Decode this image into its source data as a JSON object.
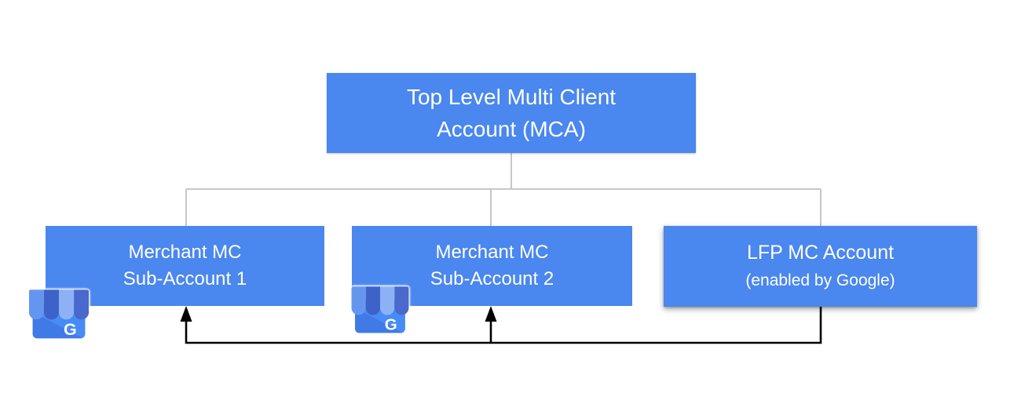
{
  "diagram": {
    "type": "org-chart",
    "root": {
      "id": "top-level-mca",
      "lines": [
        "Top Level Multi Client",
        "Account (MCA)"
      ]
    },
    "children": [
      {
        "id": "merchant-sub-account-1",
        "lines": [
          "Merchant MC",
          "Sub-Account 1"
        ],
        "icon": "google-my-business-storefront"
      },
      {
        "id": "merchant-sub-account-2",
        "lines": [
          "Merchant MC",
          "Sub-Account 2"
        ],
        "icon": "google-my-business-storefront"
      },
      {
        "id": "lfp-mc-account",
        "lines": [
          "LFP MC Account",
          "(enabled by Google)"
        ],
        "icon": null
      }
    ],
    "edges": [
      {
        "from": "top-level-mca",
        "to": "merchant-sub-account-1",
        "style": "tree-line"
      },
      {
        "from": "top-level-mca",
        "to": "merchant-sub-account-2",
        "style": "tree-line"
      },
      {
        "from": "top-level-mca",
        "to": "lfp-mc-account",
        "style": "tree-line"
      },
      {
        "from": "lfp-mc-account",
        "to": "merchant-sub-account-1",
        "style": "black-arrow"
      },
      {
        "from": "lfp-mc-account",
        "to": "merchant-sub-account-2",
        "style": "black-arrow"
      }
    ],
    "colors": {
      "node_fill": "#4a87ee",
      "node_text": "#ffffff",
      "tree_line": "#c1c1c1",
      "arrow_line": "#000000",
      "background": "#ffffff",
      "gmb_stripe_1": "#6596EF",
      "gmb_stripe_2": "#3D62C8",
      "gmb_stripe_3": "#8CB2F5",
      "gmb_stripe_4": "#4A69CC",
      "gmb_body": "#478BF5",
      "gmb_body_shade": "#3F7AE6"
    },
    "gmb_icon": {
      "letter": "G"
    }
  }
}
